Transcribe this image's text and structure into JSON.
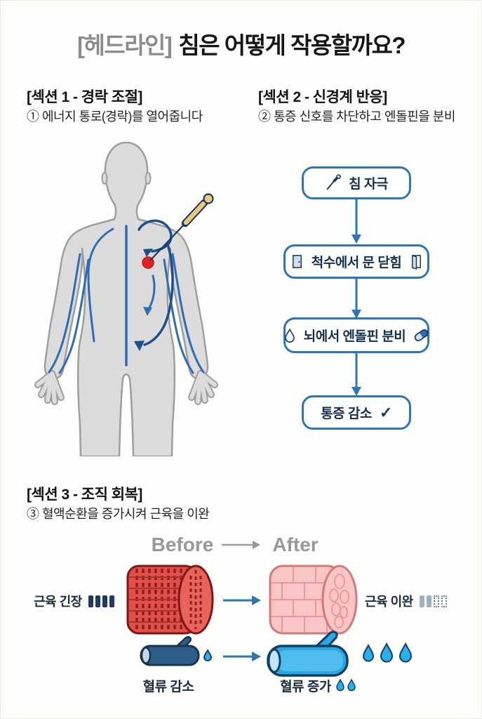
{
  "headline": {
    "prefix": "[헤드라인]",
    "title": "침은 어떻게 작용할까요?"
  },
  "section1": {
    "title": "[섹션 1 - 경락 조절]",
    "subtitle": "① 에너지 통로(경락)를 열어줍니다"
  },
  "section2": {
    "title": "[섹션 2 - 신경계 반응]",
    "subtitle": "② 통증 신호를 차단하고 엔돌핀을 분비"
  },
  "section3": {
    "title": "[섹션 3 - 조직 회복]",
    "subtitle": "③ 혈액순환을 증가시켜 근육을 이완"
  },
  "flowchart": {
    "steps": [
      {
        "label": "침 자극",
        "icon": "needle-icon"
      },
      {
        "label": "척수에서 문 닫힘",
        "icon_left": "door-closed-icon",
        "icon_right": "door-open-icon"
      },
      {
        "label": "뇌에서 엔돌핀 분비",
        "icon_left": "droplet-icon",
        "icon_right": "capsule-icon"
      },
      {
        "label": "통증 감소",
        "check": "✓"
      }
    ]
  },
  "comparison": {
    "before": "Before",
    "after": "After",
    "muscle_before": "근육 긴장",
    "muscle_after": "근육 이완",
    "blood_before": "혈류 감소",
    "blood_after": "혈류 증가"
  },
  "colors": {
    "flow_blue": "#2e75b6",
    "navy_text": "#14304f",
    "meridian_blue": "#2e6db4",
    "dark_arrow": "#1c4f8c",
    "acupoint_red": "#e32322",
    "needle_tan": "#ecc87f",
    "muscle_tense_red": "#df5049",
    "muscle_relaxed_pink": "#f9c6c6",
    "vessel_dark": "#2d5d88",
    "vessel_bright": "#29a9e2",
    "droplet_blue": "#2ab0e8",
    "gray_label": "#97989a",
    "silhouette_gray": "#dcdcdc"
  }
}
